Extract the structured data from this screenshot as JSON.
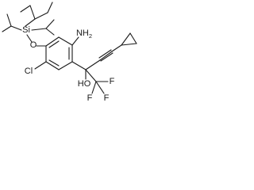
{
  "molecule": {
    "atoms": {
      "si": "Si",
      "o": "O",
      "nh2": "NH",
      "nh2_sub": "2",
      "cl": "Cl",
      "ho": "HO",
      "f1": "F",
      "f2": "F",
      "f3": "F"
    }
  }
}
